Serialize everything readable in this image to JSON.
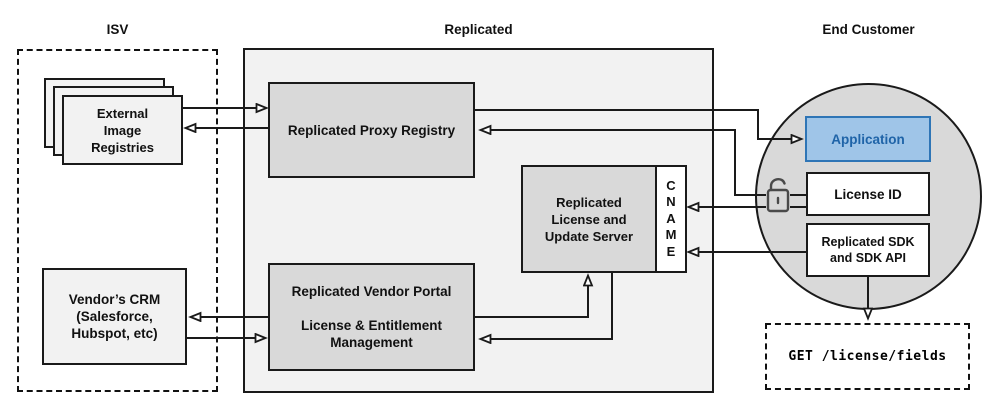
{
  "titles": {
    "isv": "ISV",
    "replicated": "Replicated",
    "end_customer": "End Customer"
  },
  "nodes": {
    "external_image_registries": {
      "label": "External\nImage\nRegistries"
    },
    "vendors_crm": {
      "label": "Vendor’s CRM\n(Salesforce,\nHubspot, etc)"
    },
    "proxy_registry": {
      "label": "Replicated Proxy Registry"
    },
    "license_update_server": {
      "label": "Replicated\nLicense and\nUpdate Server"
    },
    "cname": {
      "label": "C\nN\nA\nM\nE"
    },
    "vendor_portal": {
      "label": "Replicated Vendor Portal\n\nLicense & Entitlement\nManagement"
    },
    "application": {
      "label": "Application"
    },
    "license_id": {
      "label": "License ID"
    },
    "replicated_sdk": {
      "label": "Replicated SDK\nand SDK API"
    },
    "get_license_fields": {
      "label": "GET /license/fields"
    }
  },
  "icons": {
    "lock": "open-padlock-icon"
  },
  "colors": {
    "panel_fill": "#f2f2f2",
    "node_fill": "#d9d9d9",
    "circle_fill": "#d9d9d9",
    "line": "#1a1a1a",
    "application_fill": "#9fc5e8",
    "application_border": "#2e75b6",
    "application_text": "#1f64a8"
  },
  "connections": [
    {
      "from": "external_image_registries",
      "to": "proxy_registry"
    },
    {
      "from": "proxy_registry",
      "to": "external_image_registries"
    },
    {
      "from": "proxy_registry",
      "to": "application"
    },
    {
      "from": "license_id",
      "to": "proxy_registry"
    },
    {
      "from": "license_id",
      "to": "cname"
    },
    {
      "from": "replicated_sdk",
      "to": "cname"
    },
    {
      "from": "vendor_portal",
      "to": "vendors_crm"
    },
    {
      "from": "vendors_crm",
      "to": "vendor_portal"
    },
    {
      "from": "vendor_portal",
      "to": "license_update_server"
    },
    {
      "from": "license_update_server",
      "to": "vendor_portal"
    },
    {
      "from": "replicated_sdk",
      "to": "get_license_fields"
    }
  ]
}
